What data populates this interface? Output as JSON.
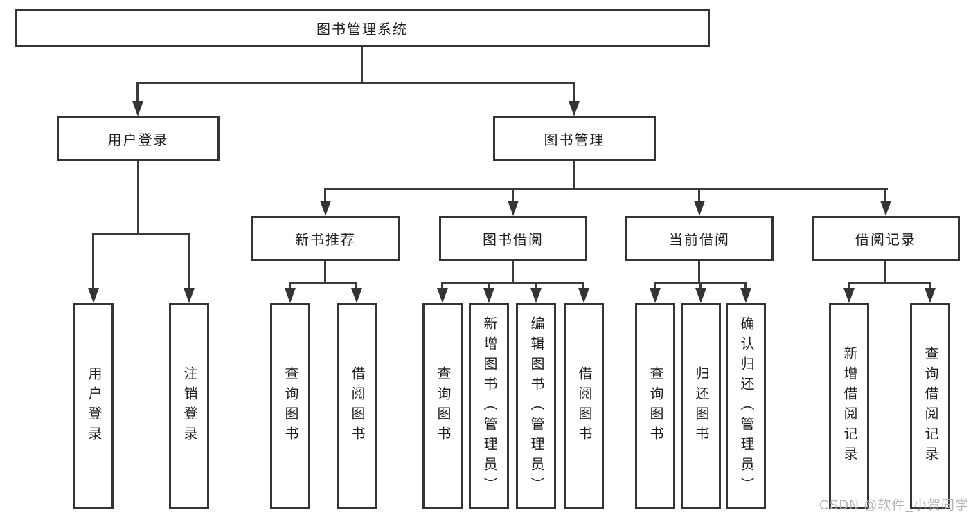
{
  "diagram_title": "图书管理系统",
  "watermark": "CSDN @软件_小贺同学",
  "colors": {
    "line": "#3a3a3a",
    "border": "#343434",
    "text": "#1f1f1f",
    "watermark": "#afb3b8",
    "background": "#ffffff"
  },
  "nodes": {
    "root": "图书管理系统",
    "user_login": "用户登录",
    "book_mgmt": "图书管理",
    "new_book_rec": "新书推荐",
    "book_borrow": "图书借阅",
    "current_borrow": "当前借阅",
    "borrow_records": "借阅记录",
    "ul_login": "用户登录",
    "ul_logout": "注销登录",
    "nbr_query": "查询图书",
    "nbr_borrow": "借阅图书",
    "bb_query": "查询图书",
    "bb_add": "新增图书（管理员）",
    "bb_edit": "编辑图书（管理员）",
    "bb_borrow": "借阅图书",
    "cb_query": "查询图书",
    "cb_return": "归还图书",
    "cb_confirm": "确认归还（管理员）",
    "br_add": "新增借阅记录",
    "br_query": "查询借阅记录"
  },
  "hierarchy": {
    "图书管理系统": {
      "用户登录": [
        "用户登录",
        "注销登录"
      ],
      "图书管理": {
        "新书推荐": [
          "查询图书",
          "借阅图书"
        ],
        "图书借阅": [
          "查询图书",
          "新增图书（管理员）",
          "编辑图书（管理员）",
          "借阅图书"
        ],
        "当前借阅": [
          "查询图书",
          "归还图书",
          "确认归还（管理员）"
        ],
        "借阅记录": [
          "新增借阅记录",
          "查询借阅记录"
        ]
      }
    }
  }
}
